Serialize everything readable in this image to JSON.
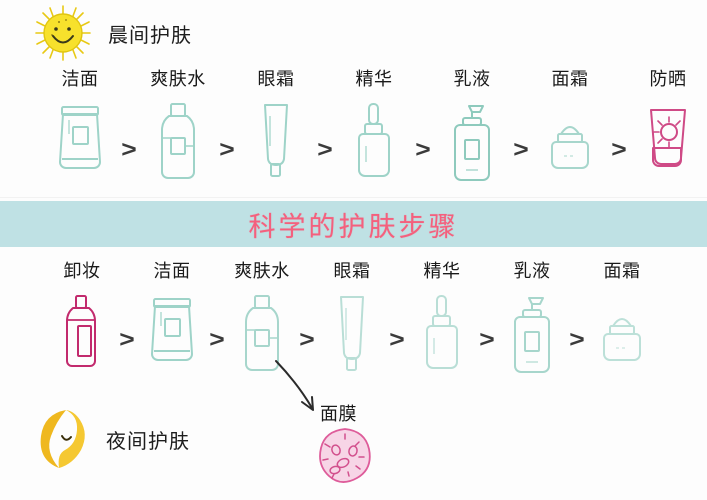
{
  "banner": {
    "title": "科学的护肤步骤",
    "background_color": "#bfe1e4",
    "text_color": "#f4607d"
  },
  "palette": {
    "teal_outline": "#9ed3c8",
    "teal_outline_dark": "#86c6b8",
    "pink_outline": "#c22a6d",
    "pink_fill": "#f6d4e3",
    "sun_yellow": "#f7dc2a",
    "moon_yellow": "#f0b722",
    "chevron": "#3b3b3b",
    "label_text": "#1a1a1a"
  },
  "morning": {
    "icon": "sun-icon",
    "period_label": "晨间护肤",
    "separator": ">",
    "steps": [
      {
        "label": "洁面",
        "icon": "cleanser-tube-icon",
        "color": "teal"
      },
      {
        "label": "爽肤水",
        "icon": "toner-bottle-icon",
        "color": "teal"
      },
      {
        "label": "眼霜",
        "icon": "eye-cream-tube-icon",
        "color": "teal"
      },
      {
        "label": "精华",
        "icon": "serum-dropper-icon",
        "color": "teal"
      },
      {
        "label": "乳液",
        "icon": "lotion-pump-bottle-icon",
        "color": "teal"
      },
      {
        "label": "面霜",
        "icon": "face-cream-jar-icon",
        "color": "teal"
      },
      {
        "label": "防晒",
        "icon": "sunscreen-tube-icon",
        "color": "pink"
      }
    ]
  },
  "night": {
    "icon": "moon-icon",
    "period_label": "夜间护肤",
    "separator": ">",
    "steps": [
      {
        "label": "卸妆",
        "icon": "makeup-remover-bottle-icon",
        "color": "pink"
      },
      {
        "label": "洁面",
        "icon": "cleanser-tube-icon",
        "color": "teal"
      },
      {
        "label": "爽肤水",
        "icon": "toner-bottle-icon",
        "color": "teal"
      },
      {
        "label": "眼霜",
        "icon": "eye-cream-tube-icon",
        "color": "teal"
      },
      {
        "label": "精华",
        "icon": "serum-dropper-icon",
        "color": "teal"
      },
      {
        "label": "乳液",
        "icon": "lotion-pump-bottle-icon",
        "color": "teal"
      },
      {
        "label": "面霜",
        "icon": "face-cream-jar-icon",
        "color": "teal"
      }
    ]
  },
  "mask_callout": {
    "label": "面膜",
    "icon": "sheet-mask-icon",
    "arrow_icon": "curved-arrow-icon",
    "source_step": "爽肤水"
  }
}
